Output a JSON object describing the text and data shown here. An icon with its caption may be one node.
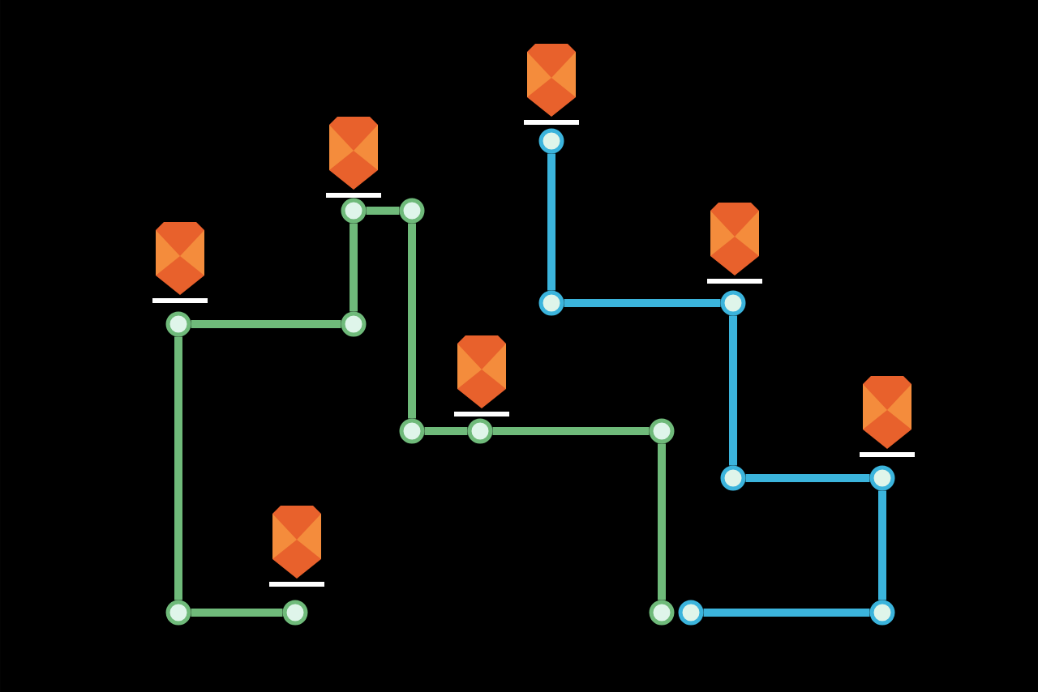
{
  "diagram": {
    "nodes": [
      {
        "text": [],
        "shape": "circle"
      },
      {
        "text": [],
        "shape": "circle"
      },
      {
        "text": [],
        "shape": "circle"
      },
      {
        "text": [],
        "shape": "circle"
      },
      {
        "text": [],
        "shape": "circle"
      },
      {
        "text": [],
        "shape": "circle"
      },
      {
        "text": [],
        "shape": "circle"
      },
      {
        "text": [],
        "shape": "circle"
      },
      {
        "text": [],
        "shape": "circle"
      },
      {
        "text": [],
        "shape": "circle"
      },
      {
        "text": [],
        "shape": "circle"
      },
      {
        "text": [],
        "shape": "circle"
      },
      {
        "text": [],
        "shape": "circle"
      },
      {
        "text": [],
        "shape": "circle"
      },
      {
        "text": [],
        "shape": "circle"
      },
      {
        "text": [],
        "shape": "circle"
      },
      {
        "text": [],
        "shape": "circle"
      },
      {
        "text": [],
        "shape": "pin"
      },
      {
        "text": [],
        "shape": "pin"
      },
      {
        "text": [],
        "shape": "pin"
      },
      {
        "text": [],
        "shape": "pin"
      },
      {
        "text": [],
        "shape": "pin"
      },
      {
        "text": [],
        "shape": "pin"
      },
      {
        "text": [],
        "shape": "pin"
      }
    ],
    "edges": [
      {
        "from": 2,
        "to": 1,
        "arrow": "none"
      },
      {
        "from": 1,
        "to": 0,
        "arrow": "none"
      },
      {
        "from": 0,
        "to": 4,
        "arrow": "none"
      },
      {
        "from": 4,
        "to": 3,
        "arrow": "none"
      },
      {
        "from": 3,
        "to": 5,
        "arrow": "none"
      },
      {
        "from": 5,
        "to": 6,
        "arrow": "none"
      },
      {
        "from": 6,
        "to": 7,
        "arrow": "none"
      },
      {
        "from": 7,
        "to": 10,
        "arrow": "none"
      },
      {
        "from": 10,
        "to": 11,
        "arrow": "none"
      },
      {
        "from": 8,
        "to": 9,
        "arrow": "none",
        "color": "#3bb4dc"
      },
      {
        "from": 9,
        "to": 13,
        "arrow": "none",
        "color": "#3bb4dc"
      },
      {
        "from": 13,
        "to": 14,
        "arrow": "none",
        "color": "#3bb4dc"
      },
      {
        "from": 14,
        "to": 15,
        "arrow": "none",
        "color": "#3bb4dc"
      },
      {
        "from": 15,
        "to": 16,
        "arrow": "none",
        "color": "#3bb4dc"
      },
      {
        "from": 16,
        "to": 12,
        "arrow": "none",
        "color": "#3bb4dc"
      }
    ]
  }
}
